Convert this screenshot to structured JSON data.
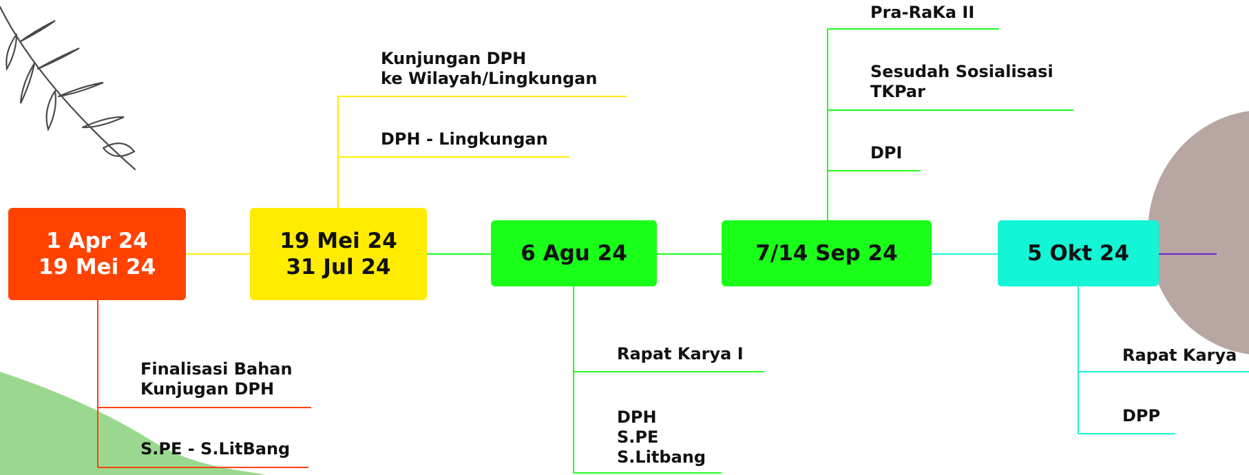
{
  "colors": {
    "red": "#ff4200",
    "yellow": "#ffec00",
    "green": "#1aff1a",
    "cyan": "#14f5d6",
    "purple": "#6a1fd0",
    "blob_green": "#9bd88f",
    "blob_taupe": "#b7a6a2",
    "leaf": "#4a4a4a"
  },
  "milestones": [
    {
      "lines": [
        "1 Apr 24",
        "19 Mei 24"
      ],
      "color": "#ff4200"
    },
    {
      "lines": [
        "19 Mei 24",
        "31 Jul 24"
      ],
      "color": "#ffec00"
    },
    {
      "lines": [
        "6 Agu 24"
      ],
      "color": "#1aff1a"
    },
    {
      "lines": [
        "7/14 Sep 24"
      ],
      "color": "#1aff1a"
    },
    {
      "lines": [
        "5 Okt 24"
      ],
      "color": "#14f5d6"
    }
  ],
  "branches": [
    {
      "milestone": 0,
      "side": "below",
      "items": [
        {
          "lines": [
            "Finalisasi Bahan",
            "Kunjugan DPH"
          ]
        },
        {
          "lines": [
            "S.PE - S.LitBang"
          ]
        }
      ]
    },
    {
      "milestone": 1,
      "side": "above",
      "items": [
        {
          "lines": [
            "Kunjungan DPH",
            "ke Wilayah/Lingkungan"
          ]
        },
        {
          "lines": [
            "DPH - Lingkungan"
          ]
        }
      ]
    },
    {
      "milestone": 2,
      "side": "below",
      "items": [
        {
          "lines": [
            "Rapat Karya I"
          ]
        },
        {
          "lines": [
            "DPH",
            "S.PE",
            "S.Litbang"
          ]
        }
      ]
    },
    {
      "milestone": 3,
      "side": "above",
      "items": [
        {
          "lines": [
            "Pra-RaKa II"
          ]
        },
        {
          "lines": [
            "Sesudah Sosialisasi",
            "TKPar"
          ]
        },
        {
          "lines": [
            "DPI"
          ]
        }
      ]
    },
    {
      "milestone": 4,
      "side": "below",
      "items": [
        {
          "lines": [
            "Rapat Karya"
          ]
        },
        {
          "lines": [
            "DPP"
          ]
        }
      ]
    }
  ]
}
